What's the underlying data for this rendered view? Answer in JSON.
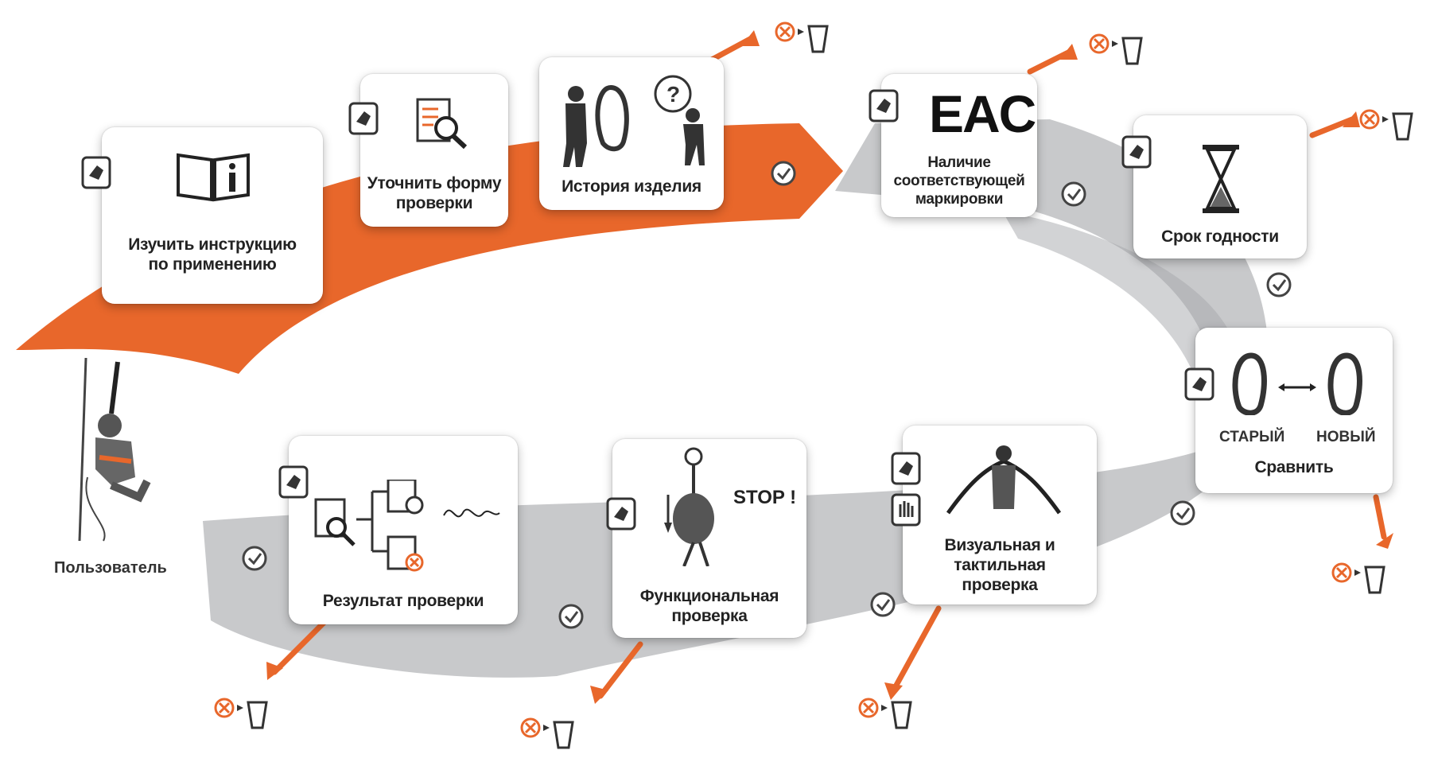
{
  "steps": {
    "instructions": "Изучить инструкцию\nпо применению",
    "form": "Уточнить форму\nпроверки",
    "history": "История изделия",
    "marking": "Наличие\nсоответствующей\nмаркировки",
    "marking_logo": "EAC",
    "expiry": "Срок годности",
    "compare": "Сравнить",
    "compare_old": "СТАРЫЙ",
    "compare_new": "НОВЫЙ",
    "visual": "Визуальная и\nтактильная\nпроверка",
    "functional": "Функциональная\nпроверка",
    "stop": "STOP !",
    "result": "Результат проверки"
  },
  "user": {
    "label": "Пользователь"
  },
  "colors": {
    "orange": "#e8672b",
    "gray": "#c8c9cb",
    "darkgray": "#a6a8ab",
    "text": "#222222"
  }
}
